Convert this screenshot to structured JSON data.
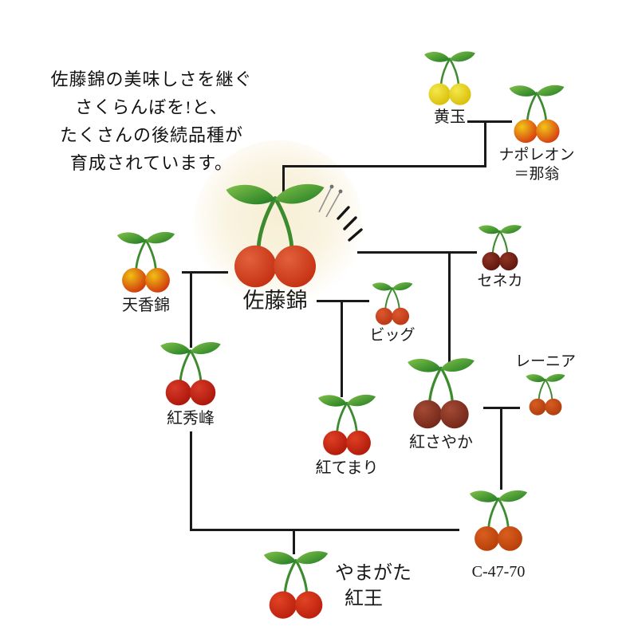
{
  "intro": {
    "lines": [
      "佐藤錦の美味しさを継ぐ",
      "さくらんぼを!と、",
      "たくさんの後続品種が",
      "育成されています。"
    ]
  },
  "palette": {
    "line_color": "#1a1a1a",
    "text_color": "#1a1a1a",
    "stem_color": "#3d8b2f",
    "leaf_light": "#83c24b",
    "leaf_dark": "#1e7a22",
    "glow_color": "#f8f0d8"
  },
  "varieties": {
    "kidama": {
      "label": "黄玉",
      "c1": "#f4e84a",
      "c2": "#d8bb05"
    },
    "napoleon": {
      "label1": "ナポレオン",
      "label2": "＝那翁",
      "c1": "#f2c518",
      "c2": "#d33110"
    },
    "satonishiki": {
      "label": "佐藤錦",
      "c1": "#e2613b",
      "c2": "#c22d10"
    },
    "tenkonishiki": {
      "label": "天香錦",
      "c1": "#f0c013",
      "c2": "#cd2c0e"
    },
    "benishuho": {
      "label": "紅秀峰",
      "c1": "#d63a28",
      "c2": "#a81408"
    },
    "big": {
      "label": "ビッグ",
      "c1": "#da5830",
      "c2": "#b93412"
    },
    "seneca": {
      "label": "セネカ",
      "c1": "#8f3322",
      "c2": "#5c150e"
    },
    "benisayaka": {
      "label": "紅さやか",
      "c1": "#a34a34",
      "c2": "#6f2418"
    },
    "rainier": {
      "label": "レーニア",
      "c1": "#d65c24",
      "c2": "#ad3a0a"
    },
    "benitemari": {
      "label": "紅てまり",
      "c1": "#de3f24",
      "c2": "#ad1708"
    },
    "c4770": {
      "label": "C-47-70",
      "c1": "#d95e20",
      "c2": "#b43c06"
    },
    "yamagatabenio": {
      "label1": "やまがた",
      "label2": "紅王",
      "c1": "#e04324",
      "c2": "#b81d0a"
    }
  }
}
